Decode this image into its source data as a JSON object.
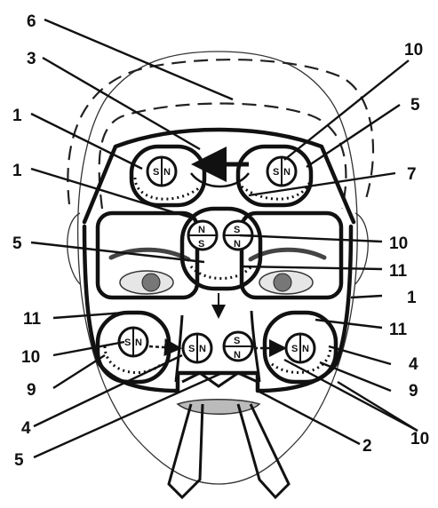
{
  "callouts": [
    "6",
    "3",
    "1",
    "1",
    "5",
    "11",
    "10",
    "9",
    "4",
    "5",
    "10",
    "5",
    "7",
    "10",
    "11",
    "1",
    "11",
    "4",
    "9",
    "2",
    "10"
  ],
  "poles": {
    "north": "N",
    "south": "S"
  },
  "colors": {
    "ink": "#111111",
    "skin": "#ececec",
    "face_line": "#555555"
  }
}
